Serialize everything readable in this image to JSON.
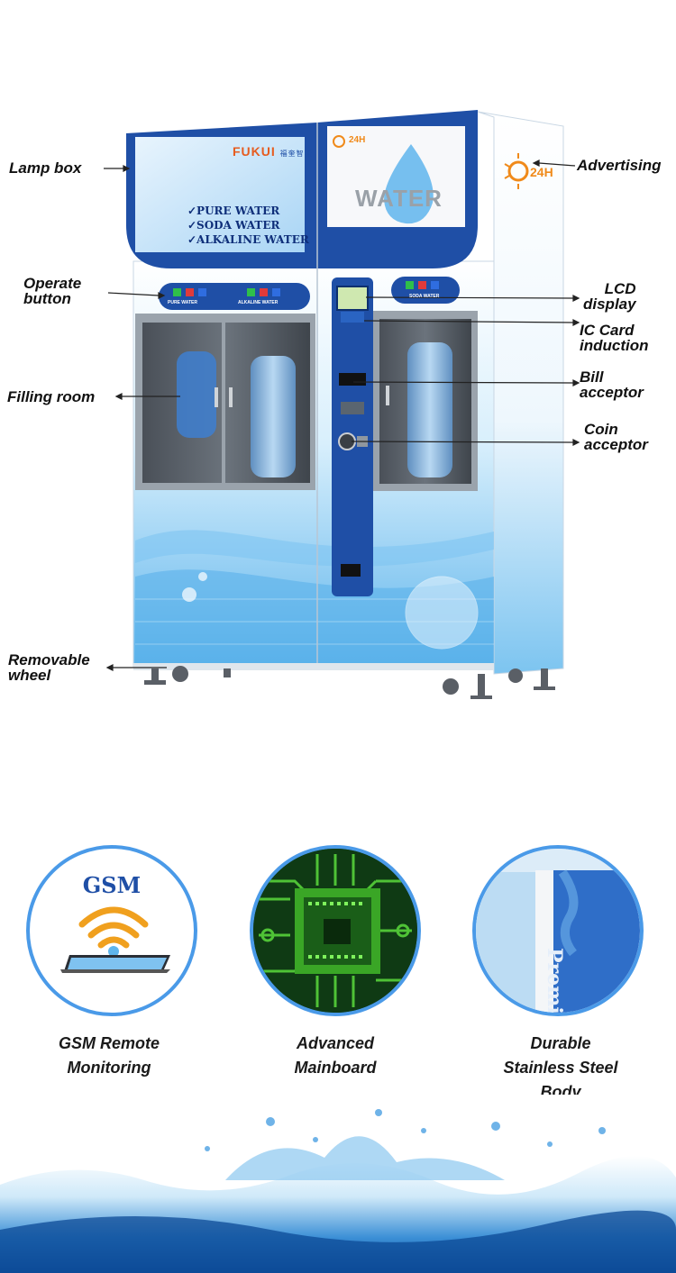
{
  "machine": {
    "brand": "FUKUI",
    "brand_sub": "福奎智能",
    "lamp_lines": [
      "✓PURE WATER",
      "✓SODA WATER",
      "✓ALKALINE WATER"
    ],
    "right_panel_text": "WATER",
    "badge_24h": "24H",
    "panel_pure": "PURE WATER",
    "panel_alkaline": "ALKALINE WATER",
    "panel_soda": "SODA WATER"
  },
  "callouts": {
    "lamp_box": "Lamp box",
    "operate_button": [
      "Operate",
      "button"
    ],
    "filling_room": "Filling room",
    "removable_wheel": [
      "Removable",
      "wheel"
    ],
    "advertising": "Advertising",
    "lcd_display": [
      "LCD",
      "display"
    ],
    "ic_card": [
      "IC Card",
      "induction"
    ],
    "bill_acceptor": [
      "Bill",
      "acceptor"
    ],
    "coin_acceptor": [
      "Coin",
      "acceptor"
    ]
  },
  "features": [
    {
      "icon": "gsm-icon",
      "icon_text": "GSM",
      "lines": [
        "GSM Remote",
        "Monitoring"
      ]
    },
    {
      "icon": "mainboard-icon",
      "icon_text": "",
      "lines": [
        "Advanced",
        "Mainboard"
      ]
    },
    {
      "icon": "stainless-body-icon",
      "icon_text": "Premium",
      "lines": [
        "Durable",
        "Stainless Steel",
        "Body"
      ]
    }
  ],
  "colors": {
    "frame_blue": "#1f4fa6",
    "accent_blue": "#3f8fe0",
    "water_light": "#bfe4fb",
    "circuit_green": "#57d23a"
  }
}
